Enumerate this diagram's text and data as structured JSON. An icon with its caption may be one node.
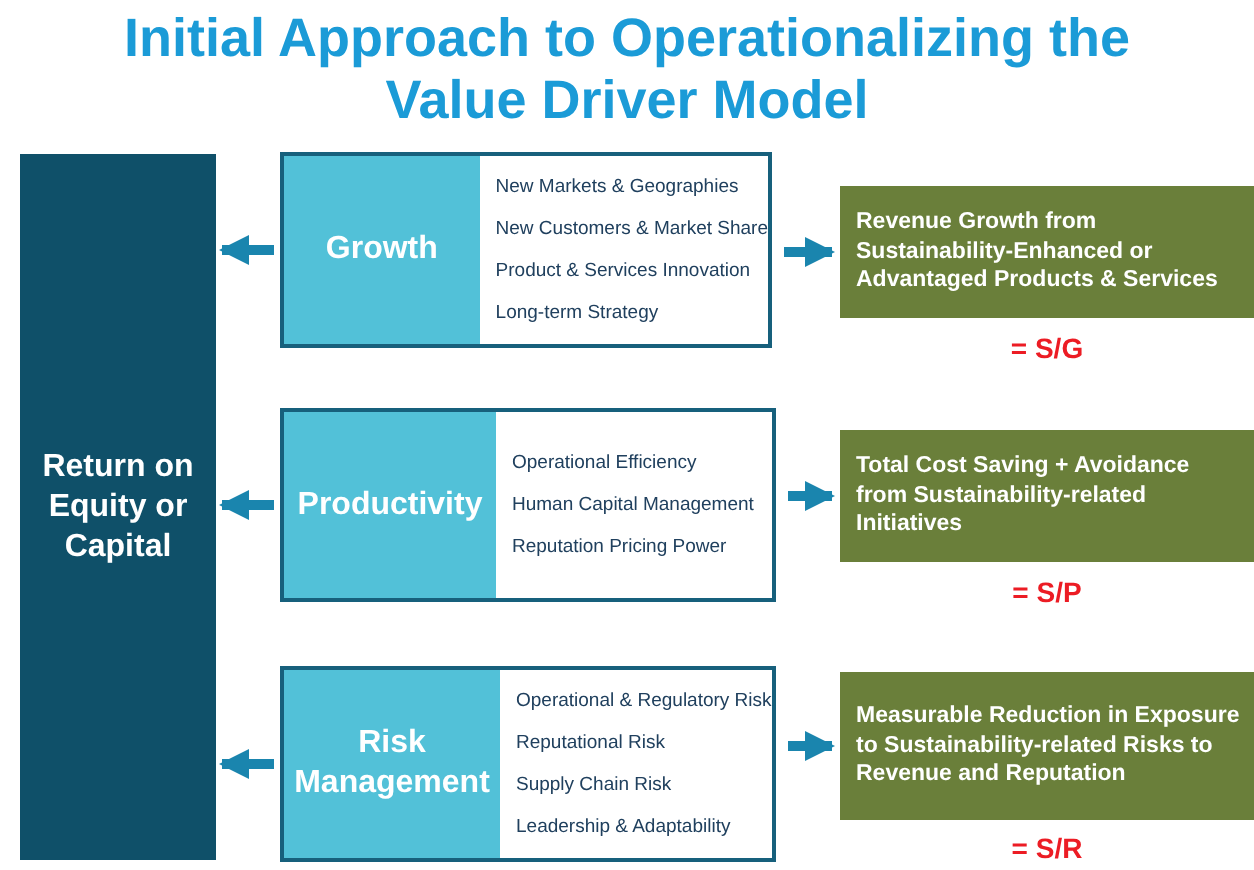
{
  "diagram": {
    "title": "Initial Approach to Operationalizing the Value Driver Model",
    "nodes": [
      {
        "text": [
          "Return on Equity or Capital"
        ]
      },
      {
        "text": [
          "Growth",
          "New Markets & Geographies",
          "New Customers & Market Share",
          "Product & Services Innovation",
          "Long-term Strategy"
        ]
      },
      {
        "text": [
          "Revenue Growth from Sustainability-Enhanced or Advantaged Products & Services"
        ],
        "beside": [
          "= S/G"
        ]
      },
      {
        "text": [
          "Productivity",
          "Operational Efficiency",
          "Human Capital Management",
          "Reputation Pricing Power"
        ]
      },
      {
        "text": [
          "Total Cost Saving + Avoidance from Sustainability-related Initiatives"
        ],
        "beside": [
          "= S/P"
        ]
      },
      {
        "text": [
          "Risk Management",
          "Operational & Regulatory Risk",
          "Reputational Risk",
          "Supply Chain Risk",
          "Leadership & Adaptability"
        ]
      },
      {
        "text": [
          "Measurable Reduction in Exposure to Sustainability-related Risks to Revenue and Reputation"
        ],
        "beside": [
          "= S/R"
        ]
      }
    ],
    "edges": [
      {
        "from": 1,
        "to": 0,
        "arrow": "to"
      },
      {
        "from": 1,
        "to": 2,
        "arrow": "to"
      },
      {
        "from": 3,
        "to": 0,
        "arrow": "to"
      },
      {
        "from": 3,
        "to": 4,
        "arrow": "to"
      },
      {
        "from": 5,
        "to": 0,
        "arrow": "to"
      },
      {
        "from": 5,
        "to": 6,
        "arrow": "to"
      }
    ]
  }
}
